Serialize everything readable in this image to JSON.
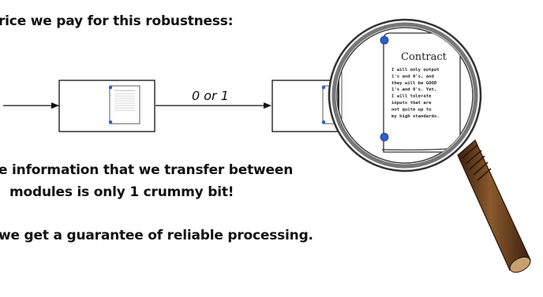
{
  "text": {
    "line1": "rice we pay for this robustness:",
    "line2": "e information that we transfer between",
    "line3": "modules is only 1 crummy bit!",
    "line4": "we get a guarantee of reliable processing."
  },
  "diagram": {
    "edge_label": "0 or 1",
    "contract": {
      "title": "Contract",
      "lines": [
        "I will only output",
        "1's and 0's, and",
        "they will be GOOD",
        "1's and 0's. Yet,",
        "I will tolerate",
        "inputs that are",
        "not quite up to",
        "my high standards."
      ]
    }
  },
  "colors": {
    "text": "#111111",
    "scroll_curl": "#2b5fcc",
    "lens_rim": "#333333",
    "handle": "#7a4a22",
    "handle_dark": "#3a2010"
  }
}
